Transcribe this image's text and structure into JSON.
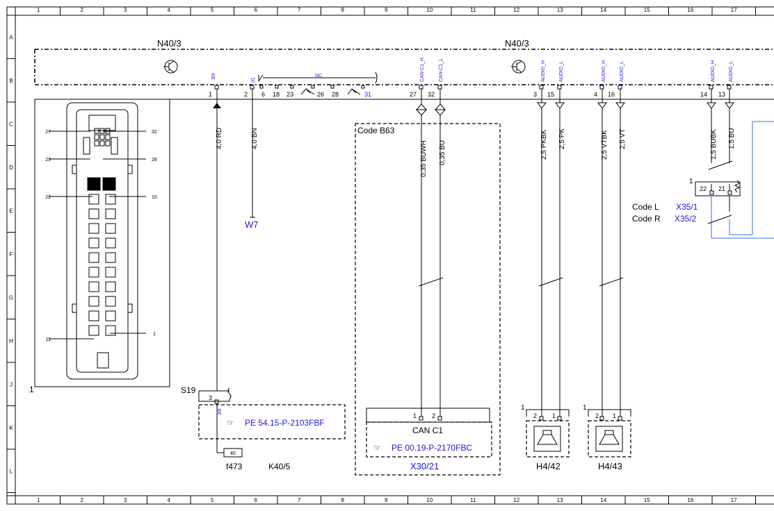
{
  "grid": {
    "columns": [
      "1",
      "2",
      "3",
      "4",
      "5",
      "6",
      "7",
      "8",
      "9",
      "10",
      "11",
      "12",
      "13",
      "14",
      "15",
      "16",
      "17"
    ],
    "rows": [
      "A",
      "B",
      "C",
      "D",
      "E",
      "F",
      "G",
      "H",
      "J",
      "K",
      "L"
    ]
  },
  "control_unit": {
    "label_left": "N40/3",
    "label_right": "N40/3",
    "connector_number": "1"
  },
  "connector_view": {
    "callouts": [
      "27",
      "32",
      "23",
      "28",
      "22",
      "10",
      "11",
      "1"
    ]
  },
  "pins": {
    "p1": {
      "num": "1",
      "signal": "30t"
    },
    "p2": {
      "num": "2",
      "signal": "31"
    },
    "p6": "6",
    "p18": "18",
    "p23": "23",
    "p26": "26",
    "p28": "28",
    "p31": "31",
    "nc": "NC",
    "p27": {
      "num": "27",
      "signal": "CAN-C1_H"
    },
    "p32": {
      "num": "32",
      "signal": "CAN-C1_L"
    },
    "p3": {
      "num": "3",
      "signal": "AUDIO_H"
    },
    "p15": {
      "num": "15",
      "signal": "AUDIO_L"
    },
    "p4": {
      "num": "4",
      "signal": "AUDIO_H"
    },
    "p16": {
      "num": "16",
      "signal": "AUDIO_L"
    },
    "p14": {
      "num": "14",
      "signal": "AUDIO_H"
    },
    "p13": {
      "num": "13",
      "signal": "AUDIO_L"
    }
  },
  "wires": {
    "w_rd": "4,0 RD",
    "w_bn": "4,0 BN",
    "w_buwh": "0,35 BUWH",
    "w_bu035": "0,35 BU",
    "w_pkbk": "2,5 PKBK",
    "w_pk": "2,5 PK",
    "w_vtbk": "2,5 VTBK",
    "w_vt": "2,5 VT",
    "w_bubk": "1,5 BUBK",
    "w_bu15": "1,5 BU"
  },
  "ground": "W7",
  "code_b63": "Code B63",
  "can": {
    "title": "CAN C1",
    "pin1": "1",
    "pin2": "2",
    "ref": "PE 00.19-P-2170FBC",
    "component": "X30/21"
  },
  "s19": {
    "label": "S19",
    "pin": "3",
    "signal": "30t",
    "ref": "PE 54.15-P-2103FBF",
    "fuse_value": "40",
    "fuse": "f473",
    "relay": "K40/5"
  },
  "speakers": [
    {
      "conn": "1",
      "pin_a": "2",
      "pin_b": "1",
      "label": "H4/42"
    },
    {
      "conn": "1",
      "pin_a": "2",
      "pin_b": "1",
      "label": "H4/43"
    }
  ],
  "x35": {
    "conn": "1",
    "pin_a": "22",
    "pin_b": "21",
    "code_l": "Code L",
    "code_r": "Code R",
    "x35_1": "X35/1",
    "x35_2": "X35/2"
  },
  "colors": {
    "reference_blue": "#1a1ad6",
    "line": "#000000",
    "wire_blue": "#3a6fd8"
  }
}
